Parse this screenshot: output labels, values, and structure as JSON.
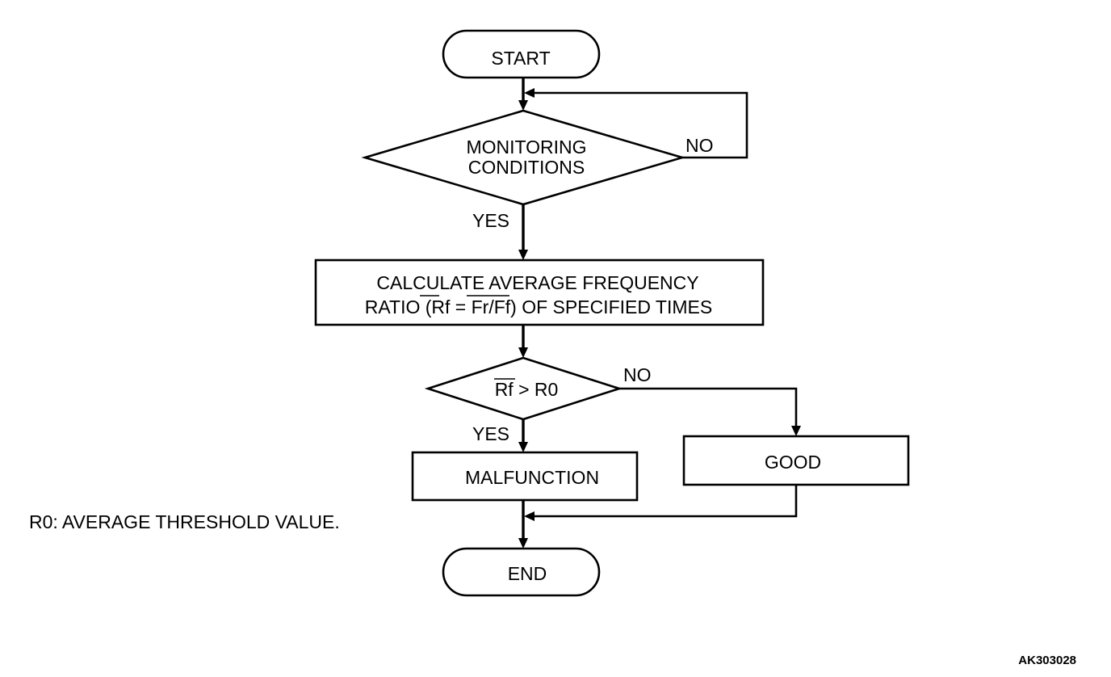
{
  "flowchart": {
    "start": "START",
    "decision1": {
      "line1": "MONITORING",
      "line2": "CONDITIONS"
    },
    "decision1_no": "NO",
    "decision1_yes": "YES",
    "process": {
      "line1": "CALCULATE AVERAGE FREQUENCY",
      "line2_a": "RATIO ",
      "line2_b": "(Rf = Fr/Ff)",
      "line2_c": " OF SPECIFIED TIMES"
    },
    "decision2": {
      "a": "Rf",
      "b": " > R0"
    },
    "decision2_no": "NO",
    "decision2_yes": "YES",
    "malfunction": "MALFUNCTION",
    "good": "GOOD",
    "end": "END"
  },
  "note": "R0: AVERAGE THRESHOLD VALUE.",
  "figure_code": "AK303028"
}
